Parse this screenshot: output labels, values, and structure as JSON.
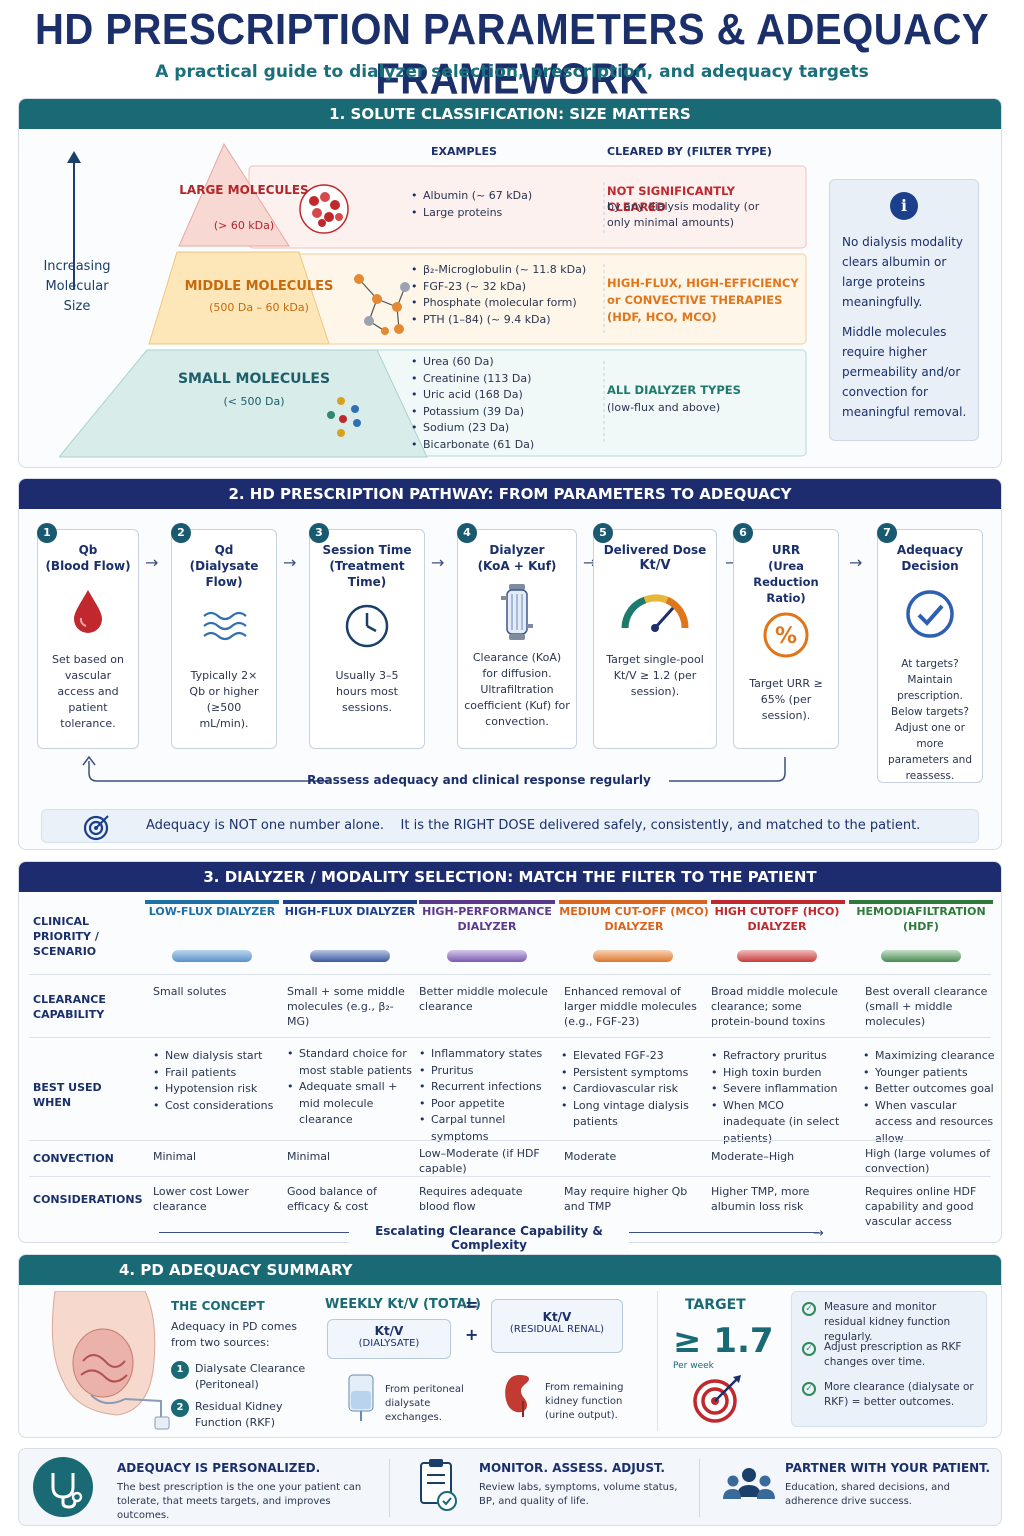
{
  "header": {
    "title": "HD PRESCRIPTION PARAMETERS & ADEQUACY FRAMEWORK",
    "subtitle": "A practical guide to dialyzer selection, prescription, and adequacy targets"
  },
  "section1": {
    "title": "1. SOLUTE CLASSIFICATION: SIZE MATTERS",
    "axis_label": "Increasing Molecular Size",
    "col_examples": "EXAMPLES",
    "col_cleared": "CLEARED BY (FILTER TYPE)",
    "tiers": [
      {
        "name": "LARGE MOLECULES",
        "range": "(> 60 kDa)",
        "examples": [
          "Albumin (~ 67 kDa)",
          "Large proteins"
        ],
        "cleared_head": "NOT SIGNIFICANTLY CLEARED",
        "cleared_body": "by any dialysis modality (or only minimal amounts)"
      },
      {
        "name": "MIDDLE MOLECULES",
        "range": "(500 Da – 60 kDa)",
        "examples": [
          "β₂-Microglobulin (~ 11.8 kDa)",
          "FGF-23 (~ 32 kDa)",
          "Phosphate (molecular form)",
          "PTH (1–84) (~ 9.4 kDa)"
        ],
        "cleared_head": "HIGH-FLUX, HIGH-EFFICIENCY or CONVECTIVE THERAPIES (HDF, HCO, MCO)",
        "cleared_body": ""
      },
      {
        "name": "SMALL MOLECULES",
        "range": "(< 500 Da)",
        "examples": [
          "Urea (60 Da)",
          "Creatinine (113 Da)",
          "Uric acid (168 Da)",
          "Potassium (39 Da)",
          "Sodium (23 Da)",
          "Bicarbonate (61 Da)"
        ],
        "cleared_head": "ALL DIALYZER TYPES",
        "cleared_body": "(low-flux and above)"
      }
    ],
    "info": [
      "No dialysis modality clears albumin or large proteins meaningfully.",
      "Middle molecules require higher permeability and/or convection for meaningful removal."
    ]
  },
  "section2": {
    "title": "2. HD PRESCRIPTION PATHWAY: FROM PARAMETERS TO ADEQUACY",
    "steps": [
      {
        "num": "1",
        "title": "Qb",
        "sub": "(Blood Flow)",
        "desc": "Set based on vascular access and patient tolerance.",
        "icon": "blood-drop-icon"
      },
      {
        "num": "2",
        "title": "Qd",
        "sub": "(Dialysate Flow)",
        "desc": "Typically 2× Qb or higher (≥500 mL/min).",
        "icon": "waves-icon"
      },
      {
        "num": "3",
        "title": "Session Time",
        "sub": "(Treatment Time)",
        "desc": "Usually 3–5 hours most sessions.",
        "icon": "clock-icon"
      },
      {
        "num": "4",
        "title": "Dialyzer",
        "sub": "(KoA + Kuf)",
        "desc": "Clearance (KoA) for diffusion. Ultrafiltration coefficient (Kuf) for convection.",
        "icon": "dialyzer-icon"
      },
      {
        "num": "5",
        "title": "Delivered Dose",
        "sub": "Kt/V",
        "desc": "Target single-pool Kt/V ≥ 1.2 (per session).",
        "icon": "gauge-icon"
      },
      {
        "num": "6",
        "title": "URR",
        "sub": "(Urea Reduction Ratio)",
        "desc": "Target URR ≥ 65% (per session).",
        "icon": "percent-icon"
      },
      {
        "num": "7",
        "title": "Adequacy",
        "sub": "Decision",
        "desc": "At targets? Maintain prescription. Below targets? Adjust one or more parameters and reassess.",
        "icon": "check-circle-icon"
      }
    ],
    "loop_label": "Reassess adequacy and clinical response regularly",
    "banner": "Adequacy is NOT one number alone.    It is the RIGHT DOSE delivered safely, consistently, and matched to the patient."
  },
  "section3": {
    "title": "3. DIALYZER / MODALITY SELECTION: MATCH THE FILTER TO THE PATIENT",
    "corner": "CLINICAL PRIORITY / SCENARIO",
    "columns": [
      {
        "name": "LOW-FLUX DIALYZER",
        "color": "#1d6fa8"
      },
      {
        "name": "HIGH-FLUX DIALYZER",
        "color": "#1b3f8a"
      },
      {
        "name": "HIGH-PERFORMANCE DIALYZER",
        "color": "#5b3a8e"
      },
      {
        "name": "MEDIUM CUT-OFF (MCO) DIALYZER",
        "color": "#d9641c"
      },
      {
        "name": "HIGH CUTOFF (HCO) DIALYZER",
        "color": "#c0282d"
      },
      {
        "name": "HEMODIAFILTRATION (HDF)",
        "color": "#2f7a3a"
      }
    ],
    "rows": {
      "clearance": {
        "label": "CLEARANCE CAPABILITY",
        "cells": [
          "Small solutes",
          "Small + some middle molecules (e.g., β₂-MG)",
          "Better middle molecule clearance",
          "Enhanced removal of larger middle molecules (e.g., FGF-23)",
          "Broad middle molecule clearance; some protein-bound toxins",
          "Best overall clearance (small + middle molecules)"
        ]
      },
      "best": {
        "label": "BEST USED WHEN",
        "cells": [
          [
            "New dialysis start",
            "Frail patients",
            "Hypotension risk",
            "Cost considerations"
          ],
          [
            "Standard choice for most stable patients",
            "Adequate small + mid molecule clearance"
          ],
          [
            "Inflammatory states",
            "Pruritus",
            "Recurrent infections",
            "Poor appetite",
            "Carpal tunnel symptoms"
          ],
          [
            "Elevated FGF-23",
            "Persistent symptoms",
            "Cardiovascular risk",
            "Long vintage dialysis patients"
          ],
          [
            "Refractory pruritus",
            "High toxin burden",
            "Severe inflammation",
            "When MCO inadequate (in select patients)"
          ],
          [
            "Maximizing clearance",
            "Younger patients",
            "Better outcomes goal",
            "When vascular access and resources allow"
          ]
        ]
      },
      "convection": {
        "label": "CONVECTION",
        "cells": [
          "Minimal",
          "Minimal",
          "Low–Moderate (if HDF capable)",
          "Moderate",
          "Moderate–High",
          "High (large volumes of convection)"
        ]
      },
      "considerations": {
        "label": "CONSIDERATIONS",
        "cells": [
          "Lower cost Lower clearance",
          "Good balance of efficacy & cost",
          "Requires adequate blood flow",
          "May require higher Qb and TMP",
          "Higher TMP, more albumin loss risk",
          "Requires online HDF capability and good vascular access"
        ]
      }
    },
    "escalation": "Escalating Clearance Capability & Complexity"
  },
  "section4": {
    "title": "4. PD ADEQUACY SUMMARY",
    "concept_head": "THE CONCEPT",
    "concept_body": "Adequacy in PD comes from two sources:",
    "sources": [
      {
        "num": "1",
        "text": "Dialysate Clearance (Peritoneal)"
      },
      {
        "num": "2",
        "text": "Residual Kidney Function (RKF)"
      }
    ],
    "weekly": "WEEKLY Kt/V (TOTAL)",
    "equals": "=",
    "plus": "+",
    "box1": {
      "t": "Kt/V",
      "s": "(DIALYSATE)"
    },
    "box2": {
      "t": "Kt/V",
      "s": "(RESIDUAL RENAL)"
    },
    "box1_note": "From peritoneal dialysate exchanges.",
    "box2_note": "From remaining kidney function (urine output).",
    "target_head": "TARGET",
    "target_value": "≥ 1.7",
    "target_unit": "Per week",
    "checks": [
      "Measure and monitor residual kidney function regularly.",
      "Adjust prescription as RKF changes over time.",
      "More clearance (dialysate or RKF) = better outcomes."
    ]
  },
  "footer": [
    {
      "head": "ADEQUACY IS PERSONALIZED.",
      "body": "The best prescription is the one your patient can tolerate, that meets targets, and improves outcomes."
    },
    {
      "head": "MONITOR. ASSESS. ADJUST.",
      "body": "Review labs, symptoms, volume status, BP, and quality of life."
    },
    {
      "head": "PARTNER WITH YOUR PATIENT.",
      "body": "Education, shared decisions, and adherence drive success."
    }
  ]
}
